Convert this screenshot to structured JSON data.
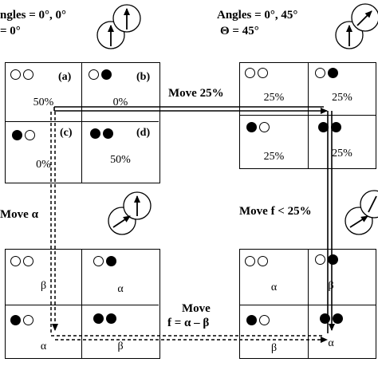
{
  "headers": {
    "left_line1": "ngles = 0°, 0°",
    "left_line2": "= 0°",
    "right_line1": "Angles = 0°, 45°",
    "right_line2": "Θ = 45°"
  },
  "move_labels": {
    "top_arrow": "Move 25%",
    "left_down": "Move α",
    "right_down": "Move f < 25%",
    "bottom_line1": "Move",
    "bottom_line2": "f = α – β"
  },
  "grids": {
    "top_left": {
      "cells": [
        {
          "tag": "(a)",
          "value": "50%",
          "dots": [
            false,
            false
          ]
        },
        {
          "tag": "(b)",
          "value": "0%",
          "dots": [
            false,
            true
          ]
        },
        {
          "tag": "(c)",
          "value": "0%",
          "dots": [
            true,
            false
          ]
        },
        {
          "tag": "(d)",
          "value": "50%",
          "dots": [
            true,
            true
          ]
        }
      ]
    },
    "top_right": {
      "cells": [
        {
          "value": "25%",
          "dots": [
            false,
            false
          ]
        },
        {
          "value": "25%",
          "dots": [
            false,
            true
          ]
        },
        {
          "value": "25%",
          "dots": [
            true,
            false
          ]
        },
        {
          "value": "25%",
          "dots": [
            true,
            true
          ]
        }
      ]
    },
    "bottom_left": {
      "cells": [
        {
          "value": "β",
          "dots": [
            false,
            false
          ]
        },
        {
          "value": "α",
          "dots": [
            false,
            true
          ]
        },
        {
          "value": "α",
          "dots": [
            true,
            false
          ]
        },
        {
          "value": "β",
          "dots": [
            true,
            true
          ]
        }
      ]
    },
    "bottom_right": {
      "cells": [
        {
          "value": "α",
          "dots": [
            false,
            false
          ]
        },
        {
          "value": "β",
          "dots": [
            false,
            true
          ]
        },
        {
          "value": "β",
          "dots": [
            true,
            false
          ]
        },
        {
          "value": "α",
          "dots": [
            true,
            true
          ]
        }
      ]
    }
  }
}
